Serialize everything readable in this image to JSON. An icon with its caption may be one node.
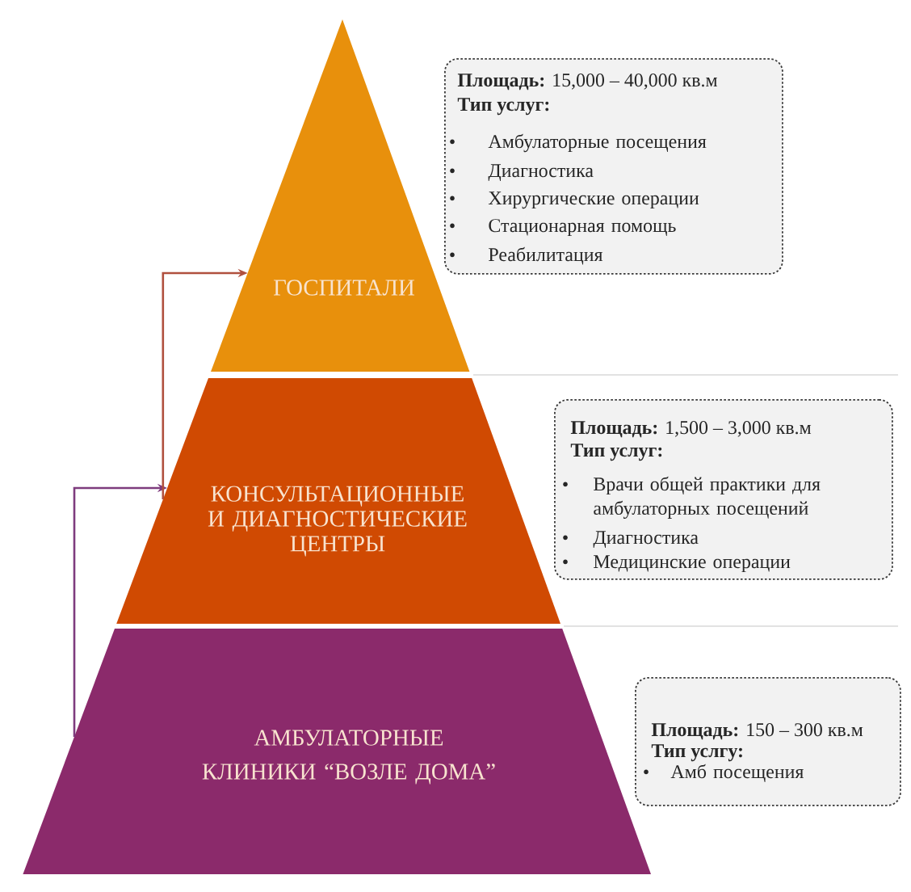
{
  "diagram": {
    "nodes": [
      {
        "text": [
          "ГОСПИТАЛИ"
        ]
      },
      {
        "text": [
          "**Площадь:** 15,000 – 40,000 кв.м",
          "Тип услуг:",
          "Амбулаторные посещения",
          "Диагностика",
          "Хирургические операции",
          "Стационарная помощь",
          "Реабилитация"
        ]
      },
      {
        "text": [
          "КОНСУЛЬТАЦИОННЫЕ И ДИАГНОСТИЧЕСКИЕ ЦЕНТРЫ"
        ]
      },
      {
        "text": [
          "**Площадь:** 1,500 – 3,000 кв.м",
          "Тип услуг:",
          "Врачи общей практики для амбулаторных посещений",
          "Диагностика",
          "Медицинские операции"
        ]
      },
      {
        "text": [
          "АМБУЛАТОРНЫЕ КЛИНИКИ “ВОЗЛЕ ДОМА”"
        ]
      },
      {
        "text": [
          "**Площадь:** 150 – 300 кв.м",
          "Тип услгу:",
          "Амб посещения"
        ]
      }
    ],
    "edges": [
      {
        "from": 4,
        "to": 2,
        "arrow": "to",
        "color": "#7e3c7e"
      },
      {
        "from": 2,
        "to": 0,
        "arrow": "to",
        "color": "#b0503e"
      }
    ]
  }
}
